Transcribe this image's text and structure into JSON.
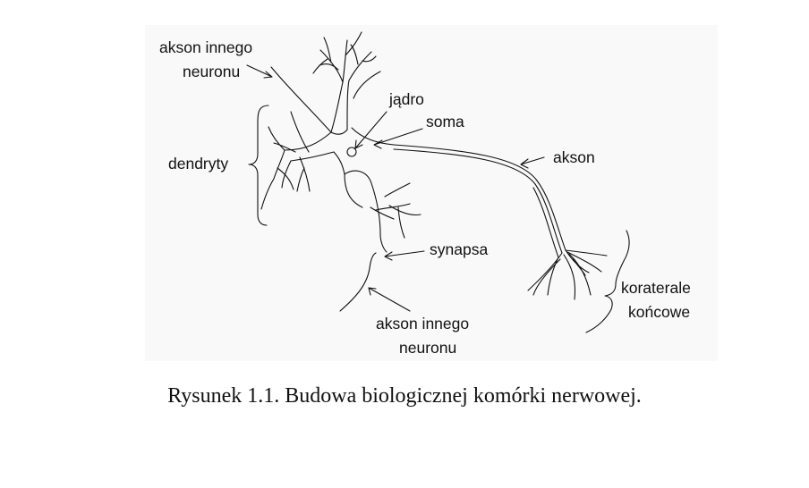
{
  "diagram": {
    "labels": {
      "akson_innego_top_line1": "akson innego",
      "akson_innego_top_line2": "neuronu",
      "dendryty": "dendryty",
      "jadro": "jądro",
      "soma": "soma",
      "akson": "akson",
      "synapsa": "synapsa",
      "akson_innego_bottom_line1": "akson innego",
      "akson_innego_bottom_line2": "neuronu",
      "koraterale_line1": "koraterale",
      "koraterale_line2": "końcowe"
    },
    "colors": {
      "ink": "#111111",
      "panel": "#f9f9f9"
    }
  },
  "caption": "Rysunek 1.1.  Budowa biologicznej komórki nerwowej."
}
